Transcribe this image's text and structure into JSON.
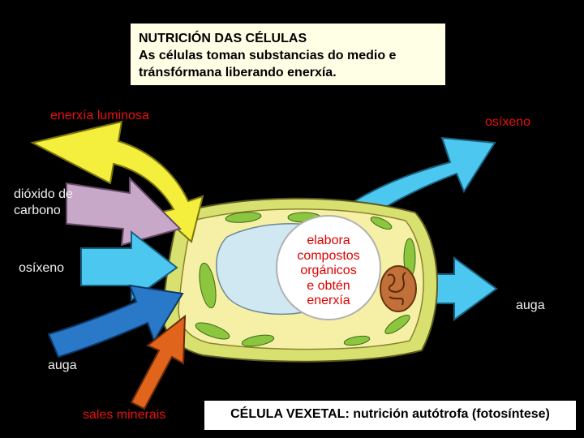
{
  "title": {
    "line1": "NUTRICIÓN DAS CÉLULAS",
    "line2": "As células toman substancias do medio e",
    "line3": "tránsfórmana liberando enerxía."
  },
  "labels": {
    "enerxia_luminosa": "enerxía luminosa",
    "osixeno_out": "osíxeno",
    "dioxido_line1": "dióxido de",
    "dioxido_line2": "carbono",
    "osixeno_in": "osíxeno",
    "auga_in": "auga",
    "auga_out": "auga",
    "sales_minerais": "sales minerais"
  },
  "nucleus_text": {
    "line1": "elabora",
    "line2": "compostos",
    "line3": "orgánicos",
    "line4": "e obtén",
    "line5": "enerxía"
  },
  "footer": "CÉLULA VEXETAL: nutrición autótrofa (fotosíntese)",
  "colors": {
    "background": "#000000",
    "title_box": "#ffffe6",
    "arrow_light": "#f4ee3c",
    "arrow_oxygen": "#4cc8f0",
    "arrow_co2": "#c8a8c8",
    "arrow_water": "#2a78c8",
    "arrow_minerals": "#e0641c",
    "label_red": "#e81010",
    "label_white": "#f0f0f0"
  }
}
